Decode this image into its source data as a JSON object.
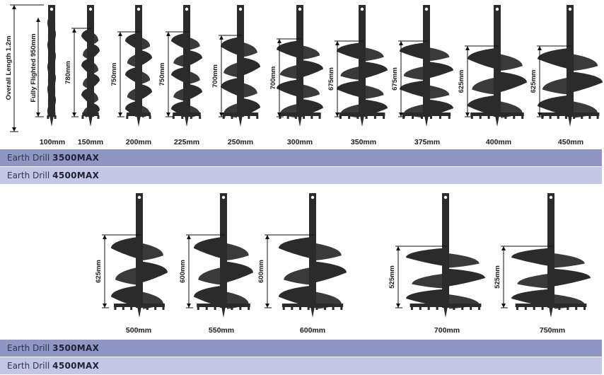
{
  "overall_length_label": "Overall Length 1.2m",
  "fully_flighted_label": "Fully Flighted 950mm",
  "row1": [
    {
      "size": "100mm",
      "dim": ""
    },
    {
      "size": "150mm",
      "dim": "780mm"
    },
    {
      "size": "200mm",
      "dim": "750mm"
    },
    {
      "size": "225mm",
      "dim": "750mm"
    },
    {
      "size": "250mm",
      "dim": "700mm"
    },
    {
      "size": "300mm",
      "dim": "700mm"
    },
    {
      "size": "350mm",
      "dim": "675mm"
    },
    {
      "size": "375mm",
      "dim": "675mm"
    },
    {
      "size": "400mm",
      "dim": "625mm"
    },
    {
      "size": "450mm",
      "dim": "625mm"
    }
  ],
  "row2": [
    {
      "size": "500mm",
      "dim": "625mm"
    },
    {
      "size": "550mm",
      "dim": "600mm"
    },
    {
      "size": "600mm",
      "dim": "600mm"
    },
    {
      "size": "700mm",
      "dim": "525mm"
    },
    {
      "size": "750mm",
      "dim": "525mm"
    }
  ],
  "bands": {
    "b1_prefix": "Earth Drill",
    "b1_model": "3500MAX",
    "b2_prefix": "Earth Drill",
    "b2_model": "4500MAX",
    "b3_prefix": "Earth Drill",
    "b3_model": "3500MAX",
    "b4_prefix": "Earth Drill",
    "b4_model": "4500MAX"
  },
  "colors": {
    "band_dark": "#9096c4",
    "band_light": "#c3c6e4",
    "auger": "#2b2b2b"
  }
}
